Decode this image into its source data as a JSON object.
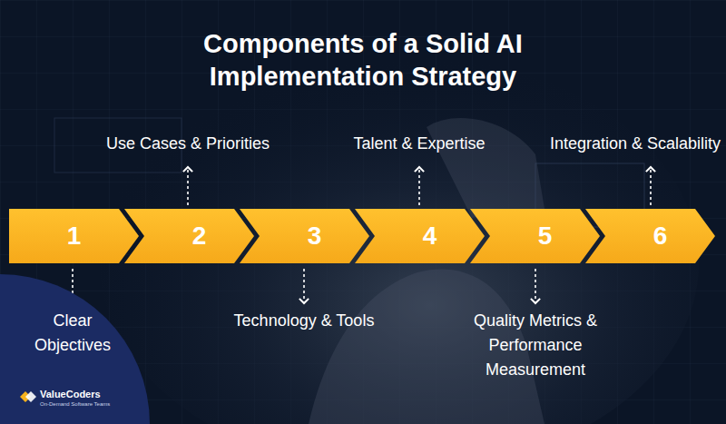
{
  "diagram": {
    "title": "Components of a Solid AI Implementation Strategy",
    "nodes": [
      {
        "text": [
          "1",
          "Clear Objectives"
        ]
      },
      {
        "text": [
          "2",
          "Use Cases & Priorities"
        ]
      },
      {
        "text": [
          "3",
          "Technology & Tools"
        ]
      },
      {
        "text": [
          "4",
          "Talent & Expertise"
        ]
      },
      {
        "text": [
          "5",
          "Quality Metrics & Performance Measurement"
        ]
      },
      {
        "text": [
          "6",
          "Integration & Scalability"
        ]
      }
    ],
    "labels": [
      "ValueCoders",
      "On-Demand Software Teams"
    ]
  }
}
